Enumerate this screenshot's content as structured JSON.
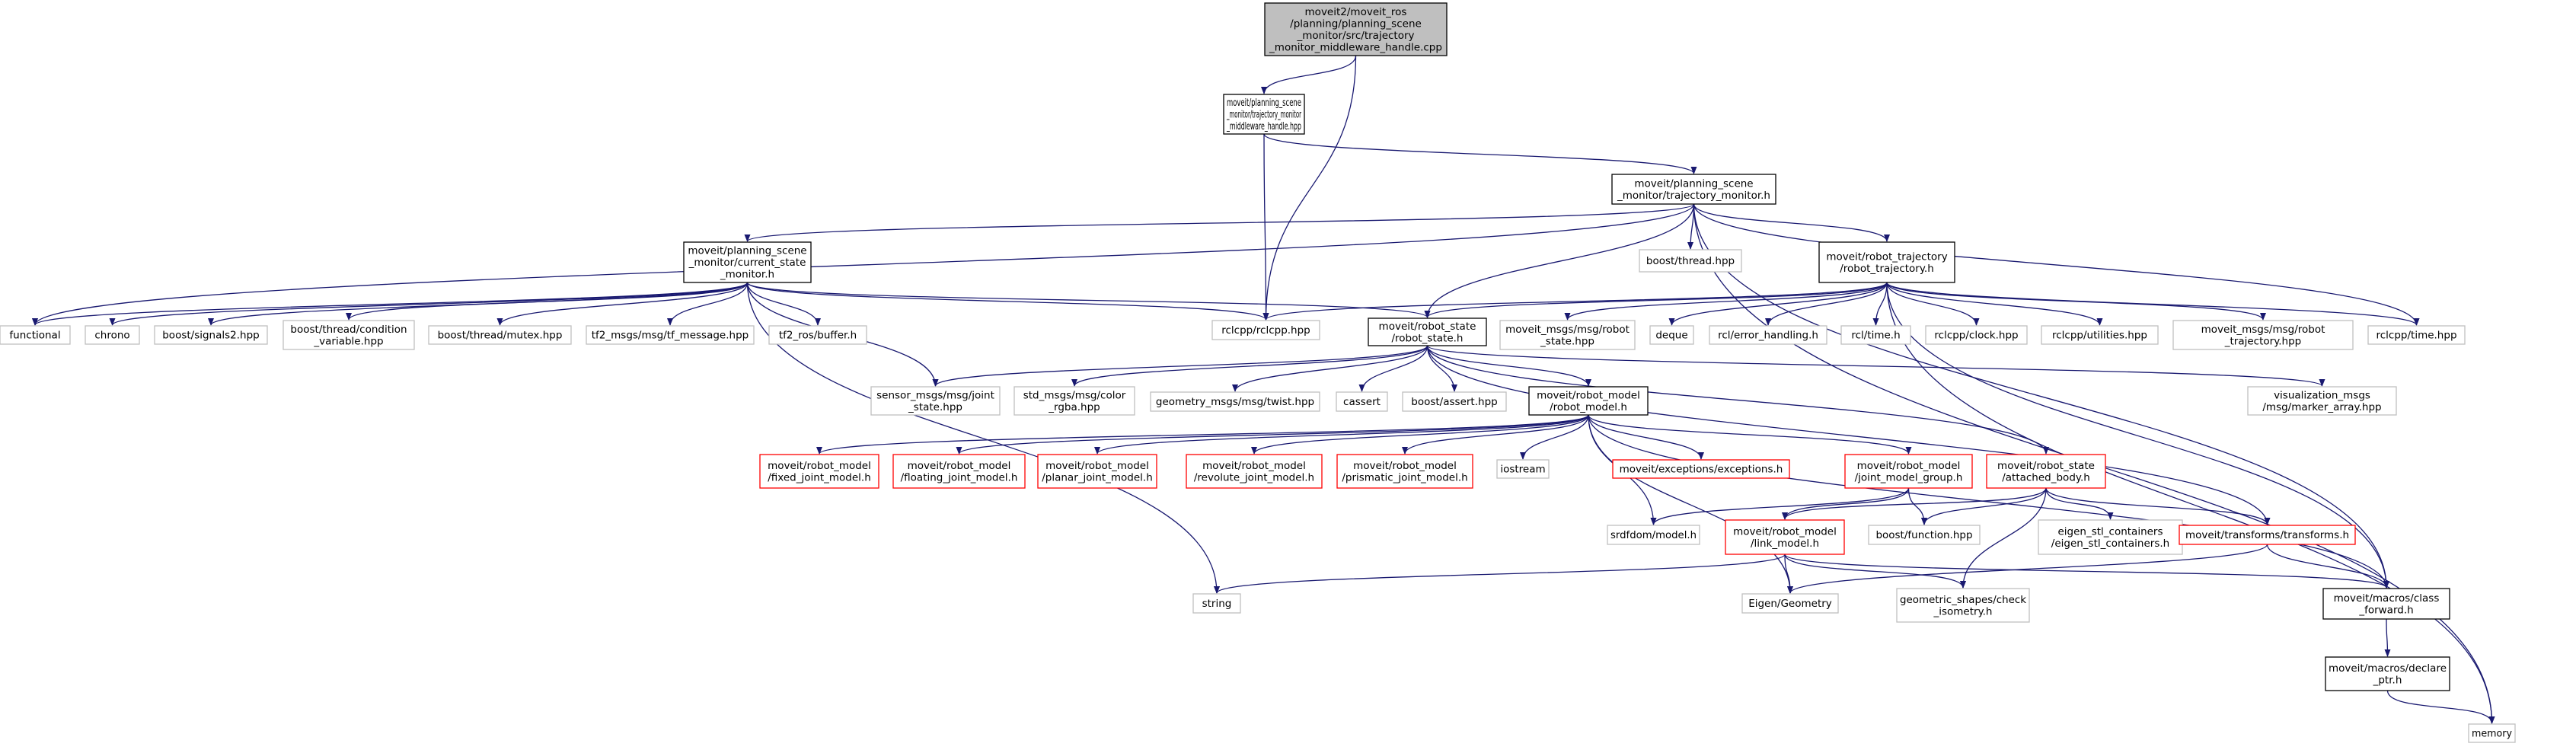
{
  "colors": {
    "edge": "#191970",
    "root_fill": "#bfbfbf",
    "documented_border": "#000000",
    "external_border": "#bfbfbf",
    "undocumented_border": "#ff0000",
    "text": "#000000"
  },
  "nodes": [
    {
      "id": "root",
      "kind": "root",
      "lines": [
        "moveit2/moveit_ros",
        "/planning/planning_scene",
        "_monitor/src/trajectory",
        "_monitor_middleware_handle.cpp"
      ]
    },
    {
      "id": "tmmh",
      "kind": "documented",
      "lines": [
        "moveit/planning_scene",
        "_monitor/trajectory_monitor",
        "_middleware_handle.hpp"
      ]
    },
    {
      "id": "tm",
      "kind": "documented",
      "lines": [
        "moveit/planning_scene",
        "_monitor/trajectory_monitor.h"
      ]
    },
    {
      "id": "csm",
      "kind": "documented",
      "lines": [
        "moveit/planning_scene",
        "_monitor/current_state",
        "_monitor.h"
      ]
    },
    {
      "id": "bthread",
      "kind": "external",
      "lines": [
        "boost/thread.hpp"
      ]
    },
    {
      "id": "rtraj",
      "kind": "documented",
      "lines": [
        "moveit/robot_trajectory",
        "/robot_trajectory.h"
      ]
    },
    {
      "id": "functional",
      "kind": "external",
      "lines": [
        "functional"
      ]
    },
    {
      "id": "chrono",
      "kind": "external",
      "lines": [
        "chrono"
      ]
    },
    {
      "id": "bsignals",
      "kind": "external",
      "lines": [
        "boost/signals2.hpp"
      ]
    },
    {
      "id": "bcond",
      "kind": "external",
      "lines": [
        "boost/thread/condition",
        "_variable.hpp"
      ]
    },
    {
      "id": "bmutex",
      "kind": "external",
      "lines": [
        "boost/thread/mutex.hpp"
      ]
    },
    {
      "id": "tf2msg",
      "kind": "external",
      "lines": [
        "tf2_msgs/msg/tf_message.hpp"
      ]
    },
    {
      "id": "tf2buf",
      "kind": "external",
      "lines": [
        "tf2_ros/buffer.h"
      ]
    },
    {
      "id": "rclcpp",
      "kind": "external",
      "lines": [
        "rclcpp/rclcpp.hpp"
      ]
    },
    {
      "id": "rstate",
      "kind": "documented",
      "lines": [
        "moveit/robot_state",
        "/robot_state.h"
      ]
    },
    {
      "id": "rsmsg",
      "kind": "external",
      "lines": [
        "moveit_msgs/msg/robot",
        "_state.hpp"
      ]
    },
    {
      "id": "deque",
      "kind": "external",
      "lines": [
        "deque"
      ]
    },
    {
      "id": "rclerr",
      "kind": "external",
      "lines": [
        "rcl/error_handling.h"
      ]
    },
    {
      "id": "rcltime",
      "kind": "external",
      "lines": [
        "rcl/time.h"
      ]
    },
    {
      "id": "clock",
      "kind": "external",
      "lines": [
        "rclcpp/clock.hpp"
      ]
    },
    {
      "id": "util",
      "kind": "external",
      "lines": [
        "rclcpp/utilities.hpp"
      ]
    },
    {
      "id": "rtmsg",
      "kind": "external",
      "lines": [
        "moveit_msgs/msg/robot",
        "_trajectory.hpp"
      ]
    },
    {
      "id": "rcltimehpp",
      "kind": "external",
      "lines": [
        "rclcpp/time.hpp"
      ]
    },
    {
      "id": "jsmsg",
      "kind": "external",
      "lines": [
        "sensor_msgs/msg/joint",
        "_state.hpp"
      ]
    },
    {
      "id": "color",
      "kind": "external",
      "lines": [
        "std_msgs/msg/color",
        "_rgba.hpp"
      ]
    },
    {
      "id": "twist",
      "kind": "external",
      "lines": [
        "geometry_msgs/msg/twist.hpp"
      ]
    },
    {
      "id": "cassert",
      "kind": "external",
      "lines": [
        "cassert"
      ]
    },
    {
      "id": "bassert",
      "kind": "external",
      "lines": [
        "boost/assert.hpp"
      ]
    },
    {
      "id": "rmodel",
      "kind": "documented",
      "lines": [
        "moveit/robot_model",
        "/robot_model.h"
      ]
    },
    {
      "id": "viz",
      "kind": "external",
      "lines": [
        "visualization_msgs",
        "/msg/marker_array.hpp"
      ]
    },
    {
      "id": "fixed",
      "kind": "undocumented",
      "lines": [
        "moveit/robot_model",
        "/fixed_joint_model.h"
      ]
    },
    {
      "id": "floating",
      "kind": "undocumented",
      "lines": [
        "moveit/robot_model",
        "/floating_joint_model.h"
      ]
    },
    {
      "id": "planar",
      "kind": "undocumented",
      "lines": [
        "moveit/robot_model",
        "/planar_joint_model.h"
      ]
    },
    {
      "id": "revolute",
      "kind": "undocumented",
      "lines": [
        "moveit/robot_model",
        "/revolute_joint_model.h"
      ]
    },
    {
      "id": "prismatic",
      "kind": "undocumented",
      "lines": [
        "moveit/robot_model",
        "/prismatic_joint_model.h"
      ]
    },
    {
      "id": "iostream",
      "kind": "external",
      "lines": [
        "iostream"
      ]
    },
    {
      "id": "exceptions",
      "kind": "undocumented",
      "lines": [
        "moveit/exceptions/exceptions.h"
      ]
    },
    {
      "id": "jmg",
      "kind": "undocumented",
      "lines": [
        "moveit/robot_model",
        "/joint_model_group.h"
      ]
    },
    {
      "id": "attached",
      "kind": "undocumented",
      "lines": [
        "moveit/robot_state",
        "/attached_body.h"
      ]
    },
    {
      "id": "srdf",
      "kind": "external",
      "lines": [
        "srdfdom/model.h"
      ]
    },
    {
      "id": "linkm",
      "kind": "undocumented",
      "lines": [
        "moveit/robot_model",
        "/link_model.h"
      ]
    },
    {
      "id": "bfunc",
      "kind": "external",
      "lines": [
        "boost/function.hpp"
      ]
    },
    {
      "id": "eigenstl",
      "kind": "external",
      "lines": [
        "eigen_stl_containers",
        "/eigen_stl_containers.h"
      ]
    },
    {
      "id": "transforms",
      "kind": "undocumented",
      "lines": [
        "moveit/transforms/transforms.h"
      ]
    },
    {
      "id": "string",
      "kind": "external",
      "lines": [
        "string"
      ]
    },
    {
      "id": "eigen",
      "kind": "external",
      "lines": [
        "Eigen/Geometry"
      ]
    },
    {
      "id": "geoshapes",
      "kind": "external",
      "lines": [
        "geometric_shapes/check",
        "_isometry.h"
      ]
    },
    {
      "id": "classfwd",
      "kind": "documented",
      "lines": [
        "moveit/macros/class",
        "_forward.h"
      ]
    },
    {
      "id": "declptr",
      "kind": "documented",
      "lines": [
        "moveit/macros/declare",
        "_ptr.h"
      ]
    },
    {
      "id": "memory",
      "kind": "external",
      "lines": [
        "memory"
      ]
    }
  ],
  "edges": [
    [
      "root",
      "tmmh"
    ],
    [
      "root",
      "rclcpp"
    ],
    [
      "tmmh",
      "tm"
    ],
    [
      "tmmh",
      "rclcpp"
    ],
    [
      "tm",
      "csm"
    ],
    [
      "tm",
      "rstate"
    ],
    [
      "tm",
      "bthread"
    ],
    [
      "tm",
      "rtraj"
    ],
    [
      "tm",
      "rcltimehpp"
    ],
    [
      "tm",
      "functional"
    ],
    [
      "tm",
      "classfwd"
    ],
    [
      "tm",
      "memory"
    ],
    [
      "csm",
      "functional"
    ],
    [
      "csm",
      "chrono"
    ],
    [
      "csm",
      "bsignals"
    ],
    [
      "csm",
      "bcond"
    ],
    [
      "csm",
      "bmutex"
    ],
    [
      "csm",
      "tf2msg"
    ],
    [
      "csm",
      "tf2buf"
    ],
    [
      "csm",
      "rclcpp"
    ],
    [
      "csm",
      "rstate"
    ],
    [
      "csm",
      "jsmsg"
    ],
    [
      "csm",
      "string"
    ],
    [
      "rtraj",
      "rclcpp"
    ],
    [
      "rtraj",
      "rstate"
    ],
    [
      "rtraj",
      "rsmsg"
    ],
    [
      "rtraj",
      "deque"
    ],
    [
      "rtraj",
      "rclerr"
    ],
    [
      "rtraj",
      "rcltime"
    ],
    [
      "rtraj",
      "clock"
    ],
    [
      "rtraj",
      "util"
    ],
    [
      "rtraj",
      "rtmsg"
    ],
    [
      "rtraj",
      "rcltimehpp"
    ],
    [
      "rtraj",
      "memory"
    ],
    [
      "rtraj",
      "classfwd"
    ],
    [
      "rstate",
      "jsmsg"
    ],
    [
      "rstate",
      "color"
    ],
    [
      "rstate",
      "twist"
    ],
    [
      "rstate",
      "cassert"
    ],
    [
      "rstate",
      "bassert"
    ],
    [
      "rstate",
      "rmodel"
    ],
    [
      "rstate",
      "viz"
    ],
    [
      "rstate",
      "attached"
    ],
    [
      "rstate",
      "transforms"
    ],
    [
      "rmodel",
      "fixed"
    ],
    [
      "rmodel",
      "floating"
    ],
    [
      "rmodel",
      "planar"
    ],
    [
      "rmodel",
      "revolute"
    ],
    [
      "rmodel",
      "prismatic"
    ],
    [
      "rmodel",
      "iostream"
    ],
    [
      "rmodel",
      "exceptions"
    ],
    [
      "rmodel",
      "jmg"
    ],
    [
      "rmodel",
      "srdf"
    ],
    [
      "rmodel",
      "eigen"
    ],
    [
      "rmodel",
      "classfwd"
    ],
    [
      "jmg",
      "srdf"
    ],
    [
      "jmg",
      "linkm"
    ],
    [
      "jmg",
      "bfunc"
    ],
    [
      "attached",
      "linkm"
    ],
    [
      "attached",
      "bfunc"
    ],
    [
      "attached",
      "eigenstl"
    ],
    [
      "attached",
      "transforms"
    ],
    [
      "attached",
      "geoshapes"
    ],
    [
      "linkm",
      "string"
    ],
    [
      "linkm",
      "eigen"
    ],
    [
      "linkm",
      "geoshapes"
    ],
    [
      "linkm",
      "classfwd"
    ],
    [
      "transforms",
      "eigen"
    ],
    [
      "transforms",
      "classfwd"
    ],
    [
      "classfwd",
      "declptr"
    ],
    [
      "declptr",
      "memory"
    ]
  ]
}
